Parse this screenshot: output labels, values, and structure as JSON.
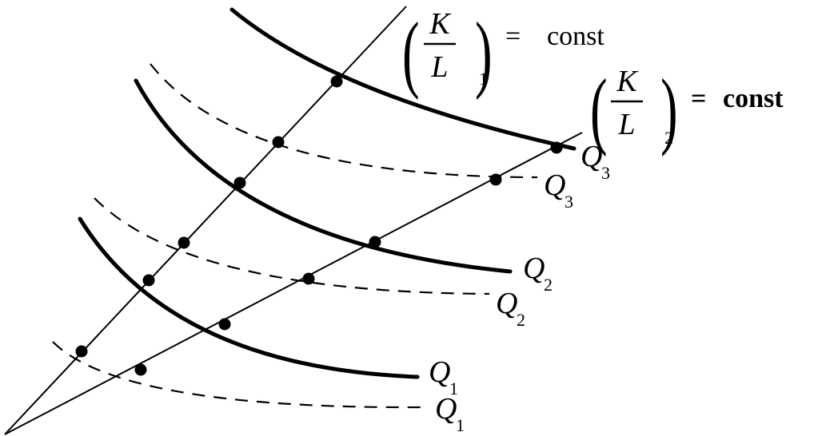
{
  "rays": [
    {
      "id": "ray-1",
      "numerator": "K",
      "denominator": "L",
      "subscript": "1",
      "eq": "=",
      "rhs": "const"
    },
    {
      "id": "ray-2",
      "numerator": "K",
      "denominator": "L",
      "subscript": "2",
      "eq": "=",
      "rhs": "const"
    }
  ],
  "isoquants_solid": [
    {
      "id": "solid-q1",
      "name": "Q",
      "subscript": "1"
    },
    {
      "id": "solid-q2",
      "name": "Q",
      "subscript": "2"
    },
    {
      "id": "solid-q3",
      "name": "Q",
      "subscript": "3"
    }
  ],
  "isoquants_dashed": [
    {
      "id": "dashed-q1",
      "name": "Q",
      "subscript": "1"
    },
    {
      "id": "dashed-q2",
      "name": "Q",
      "subscript": "2"
    },
    {
      "id": "dashed-q3",
      "name": "Q",
      "subscript": "3"
    }
  ]
}
